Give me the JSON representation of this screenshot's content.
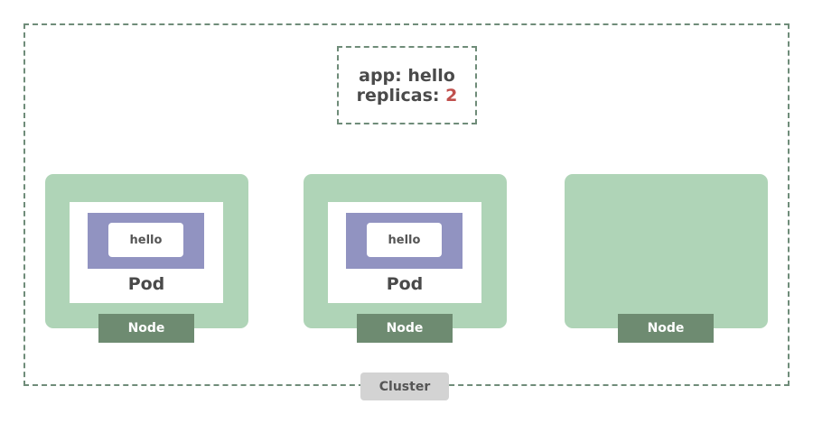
{
  "deployment": {
    "app_line": "app: hello",
    "replicas_prefix": "replicas: ",
    "replicas_count": "2"
  },
  "nodes": [
    {
      "label": "Node",
      "pod": {
        "container_label": "hello",
        "label": "Pod"
      }
    },
    {
      "label": "Node",
      "pod": {
        "container_label": "hello",
        "label": "Pod"
      }
    },
    {
      "label": "Node",
      "pod": null
    }
  ],
  "cluster": {
    "label": "Cluster"
  },
  "colors": {
    "node_fill": "#afd4b7",
    "node_label_fill": "#6e8b71",
    "container_fill": "#9193c1",
    "dashed_border": "#6f8c79",
    "replica_count_color": "#c0504d"
  }
}
